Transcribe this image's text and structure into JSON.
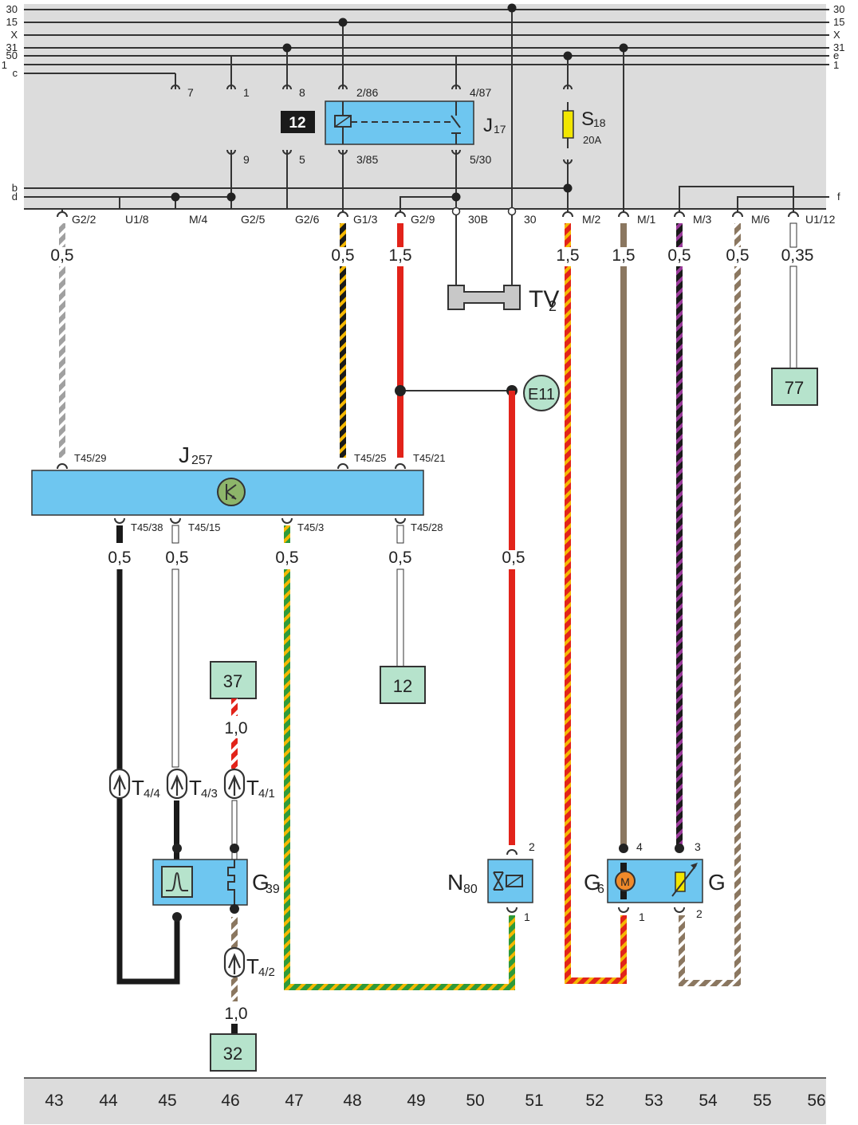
{
  "bus_left": [
    "30",
    "15",
    "X",
    "31",
    "50",
    "1",
    "c",
    "b",
    "d"
  ],
  "bus_right": [
    "30",
    "15",
    "X",
    "31",
    "e",
    "1",
    "f"
  ],
  "fuse_box_pins": [
    "7",
    "1",
    "8",
    "9",
    "5",
    "2/86",
    "3/85",
    "4/87",
    "5/30"
  ],
  "relay": {
    "name": "J",
    "sub": "17",
    "badge": "12"
  },
  "fuse": {
    "name": "S",
    "sub": "18",
    "rating": "20A"
  },
  "connectors": [
    "G2/2",
    "U1/8",
    "M/4",
    "G2/5",
    "G2/6",
    "G1/3",
    "G2/9",
    "30B",
    "30",
    "M/2",
    "M/1",
    "M/3",
    "M/6",
    "U1/12"
  ],
  "wire_gauges": {
    "g43": "0,5",
    "g48": "0,5",
    "g49": "1,5",
    "g52": "1,5",
    "g53": "1,5",
    "g54": "0,5",
    "g55": "0,5",
    "g56": "0,35",
    "g44b": "0,5",
    "g45b": "0,5",
    "g47b": "0,5",
    "g50b": "0,5",
    "g51b": "0,5",
    "g46a": "1,0",
    "g46b": "1,0"
  },
  "components": {
    "tv2": {
      "name": "TV",
      "sub": "2"
    },
    "e11": "E11",
    "ref77": "77",
    "ref12": "12",
    "ref37": "37",
    "ref32": "32",
    "j257": {
      "name": "J",
      "sub": "257"
    },
    "g39": {
      "name": "G",
      "sub": "39"
    },
    "n80": {
      "name": "N",
      "sub": "80"
    },
    "g6": {
      "name": "G",
      "sub": "6"
    },
    "g": "G"
  },
  "ecu_pins": [
    "T45/29",
    "T45/25",
    "T45/21",
    "T45/38",
    "T45/15",
    "T45/3",
    "T45/28"
  ],
  "plugs": {
    "t44": {
      "name": "T",
      "sub": "4/4"
    },
    "t43": {
      "name": "T",
      "sub": "4/3"
    },
    "t41": {
      "name": "T",
      "sub": "4/1"
    },
    "t42": {
      "name": "T",
      "sub": "4/2"
    }
  },
  "component_pins": {
    "n80_top": "2",
    "n80_bottom": "1",
    "g6_top": "4",
    "g6_bottom": "1",
    "g_top": "3",
    "g_bottom": "2"
  },
  "column_numbers": [
    "43",
    "44",
    "45",
    "46",
    "47",
    "48",
    "49",
    "50",
    "51",
    "52",
    "53",
    "54",
    "55",
    "56"
  ],
  "colors": {
    "panel": "#dcdcdc",
    "module": "#6ec6f0",
    "ref_box": "#b6e3cc",
    "red": "#e2231a",
    "yellow": "#f5b800",
    "brown": "#8b7760",
    "violet": "#9b3a9b",
    "green": "#2e9a3a",
    "grey": "#a0a0a0",
    "fuse": "#f2e600"
  }
}
